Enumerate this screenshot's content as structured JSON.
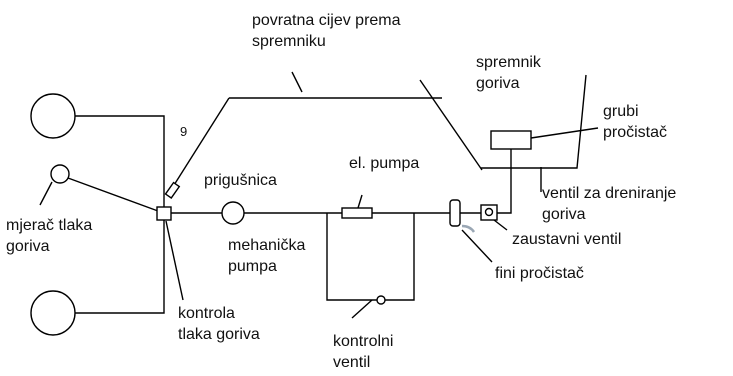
{
  "colors": {
    "lines": "#000000",
    "fine_filter_accent": "#9aa7b4",
    "background": "#ffffff"
  },
  "labels": {
    "return_pipe": [
      "povratna cijev prema",
      "spremniku"
    ],
    "fuel_tank": [
      "spremnik",
      "goriva"
    ],
    "coarse_filter": [
      "grubi",
      "pročistač"
    ],
    "number_9": "9",
    "throttle": "prigušnica",
    "electric_pump": "el. pumpa",
    "drain_valve": [
      "ventil za dreniranje",
      "goriva"
    ],
    "pressure_gauge": [
      "mjerač tlaka",
      "goriva"
    ],
    "mechanical_pump": [
      "mehanička",
      "pumpa"
    ],
    "shutoff_valve": "zaustavni ventil",
    "fine_filter": "fini pročistač",
    "pressure_control": [
      "kontrola",
      "tlaka goriva"
    ],
    "check_valve": [
      "kontrolni",
      "ventil"
    ]
  }
}
